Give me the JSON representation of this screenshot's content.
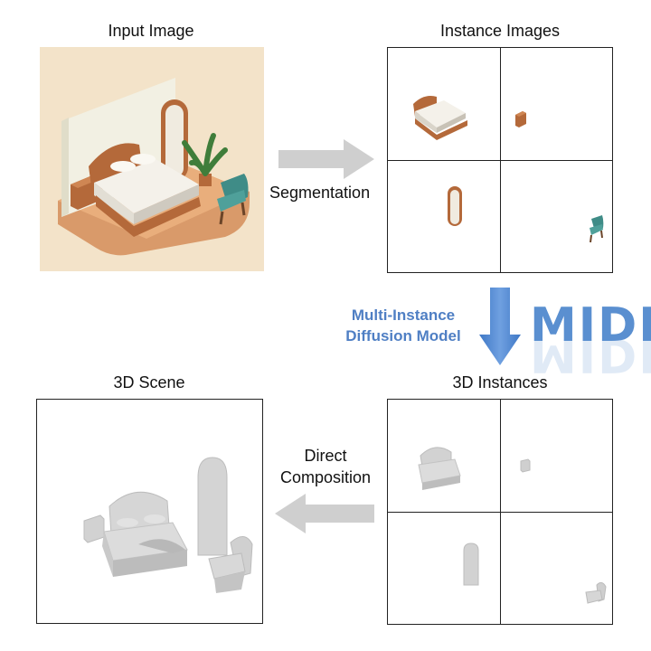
{
  "labels": {
    "input_image": "Input Image",
    "instance_images": "Instance Images",
    "segmentation": "Segmentation",
    "multi_instance_line1": "Multi-Instance",
    "multi_instance_line2": "Diffusion Model",
    "midi_logo": "MIDI",
    "instances_3d": "3D Instances",
    "scene_3d": "3D Scene",
    "direct_line1": "Direct",
    "direct_line2": "Composition"
  },
  "colors": {
    "input_bg": "#f3e3c9",
    "wood": "#b4693a",
    "blue_arrow": "#4f86cf",
    "gray_arrow": "#cfcfcf",
    "mesh": "#cfcfcf"
  }
}
